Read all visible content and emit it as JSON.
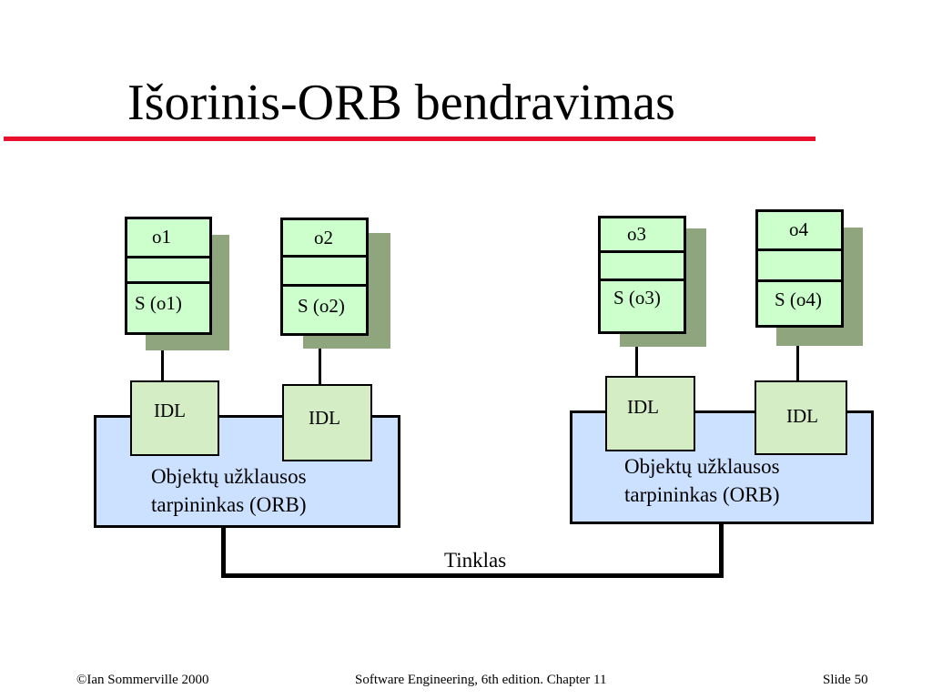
{
  "slide": {
    "title": "Išorinis-ORB bendravimas"
  },
  "diagram": {
    "objects": [
      {
        "name": "o1",
        "service": "S (o1)"
      },
      {
        "name": "o2",
        "service": "S (o2)"
      },
      {
        "name": "o3",
        "service": "S (o3)"
      },
      {
        "name": "o4",
        "service": "S (o4)"
      }
    ],
    "idl_label": "IDL",
    "orb": {
      "line1": "Objektų užklausos",
      "line2": "tarpininkas (ORB)"
    },
    "network_label": "Tinklas"
  },
  "footer": {
    "left": "©Ian Sommerville 2000",
    "center": "Software Engineering, 6th edition. Chapter 11",
    "right": "Slide 50"
  },
  "colors": {
    "title_rule": "#e8102e",
    "object_fill": "#ccffcc",
    "object_shadow": "#8fa57d",
    "orb_fill": "#cce0ff",
    "idl_fill": "#d4edc4"
  }
}
